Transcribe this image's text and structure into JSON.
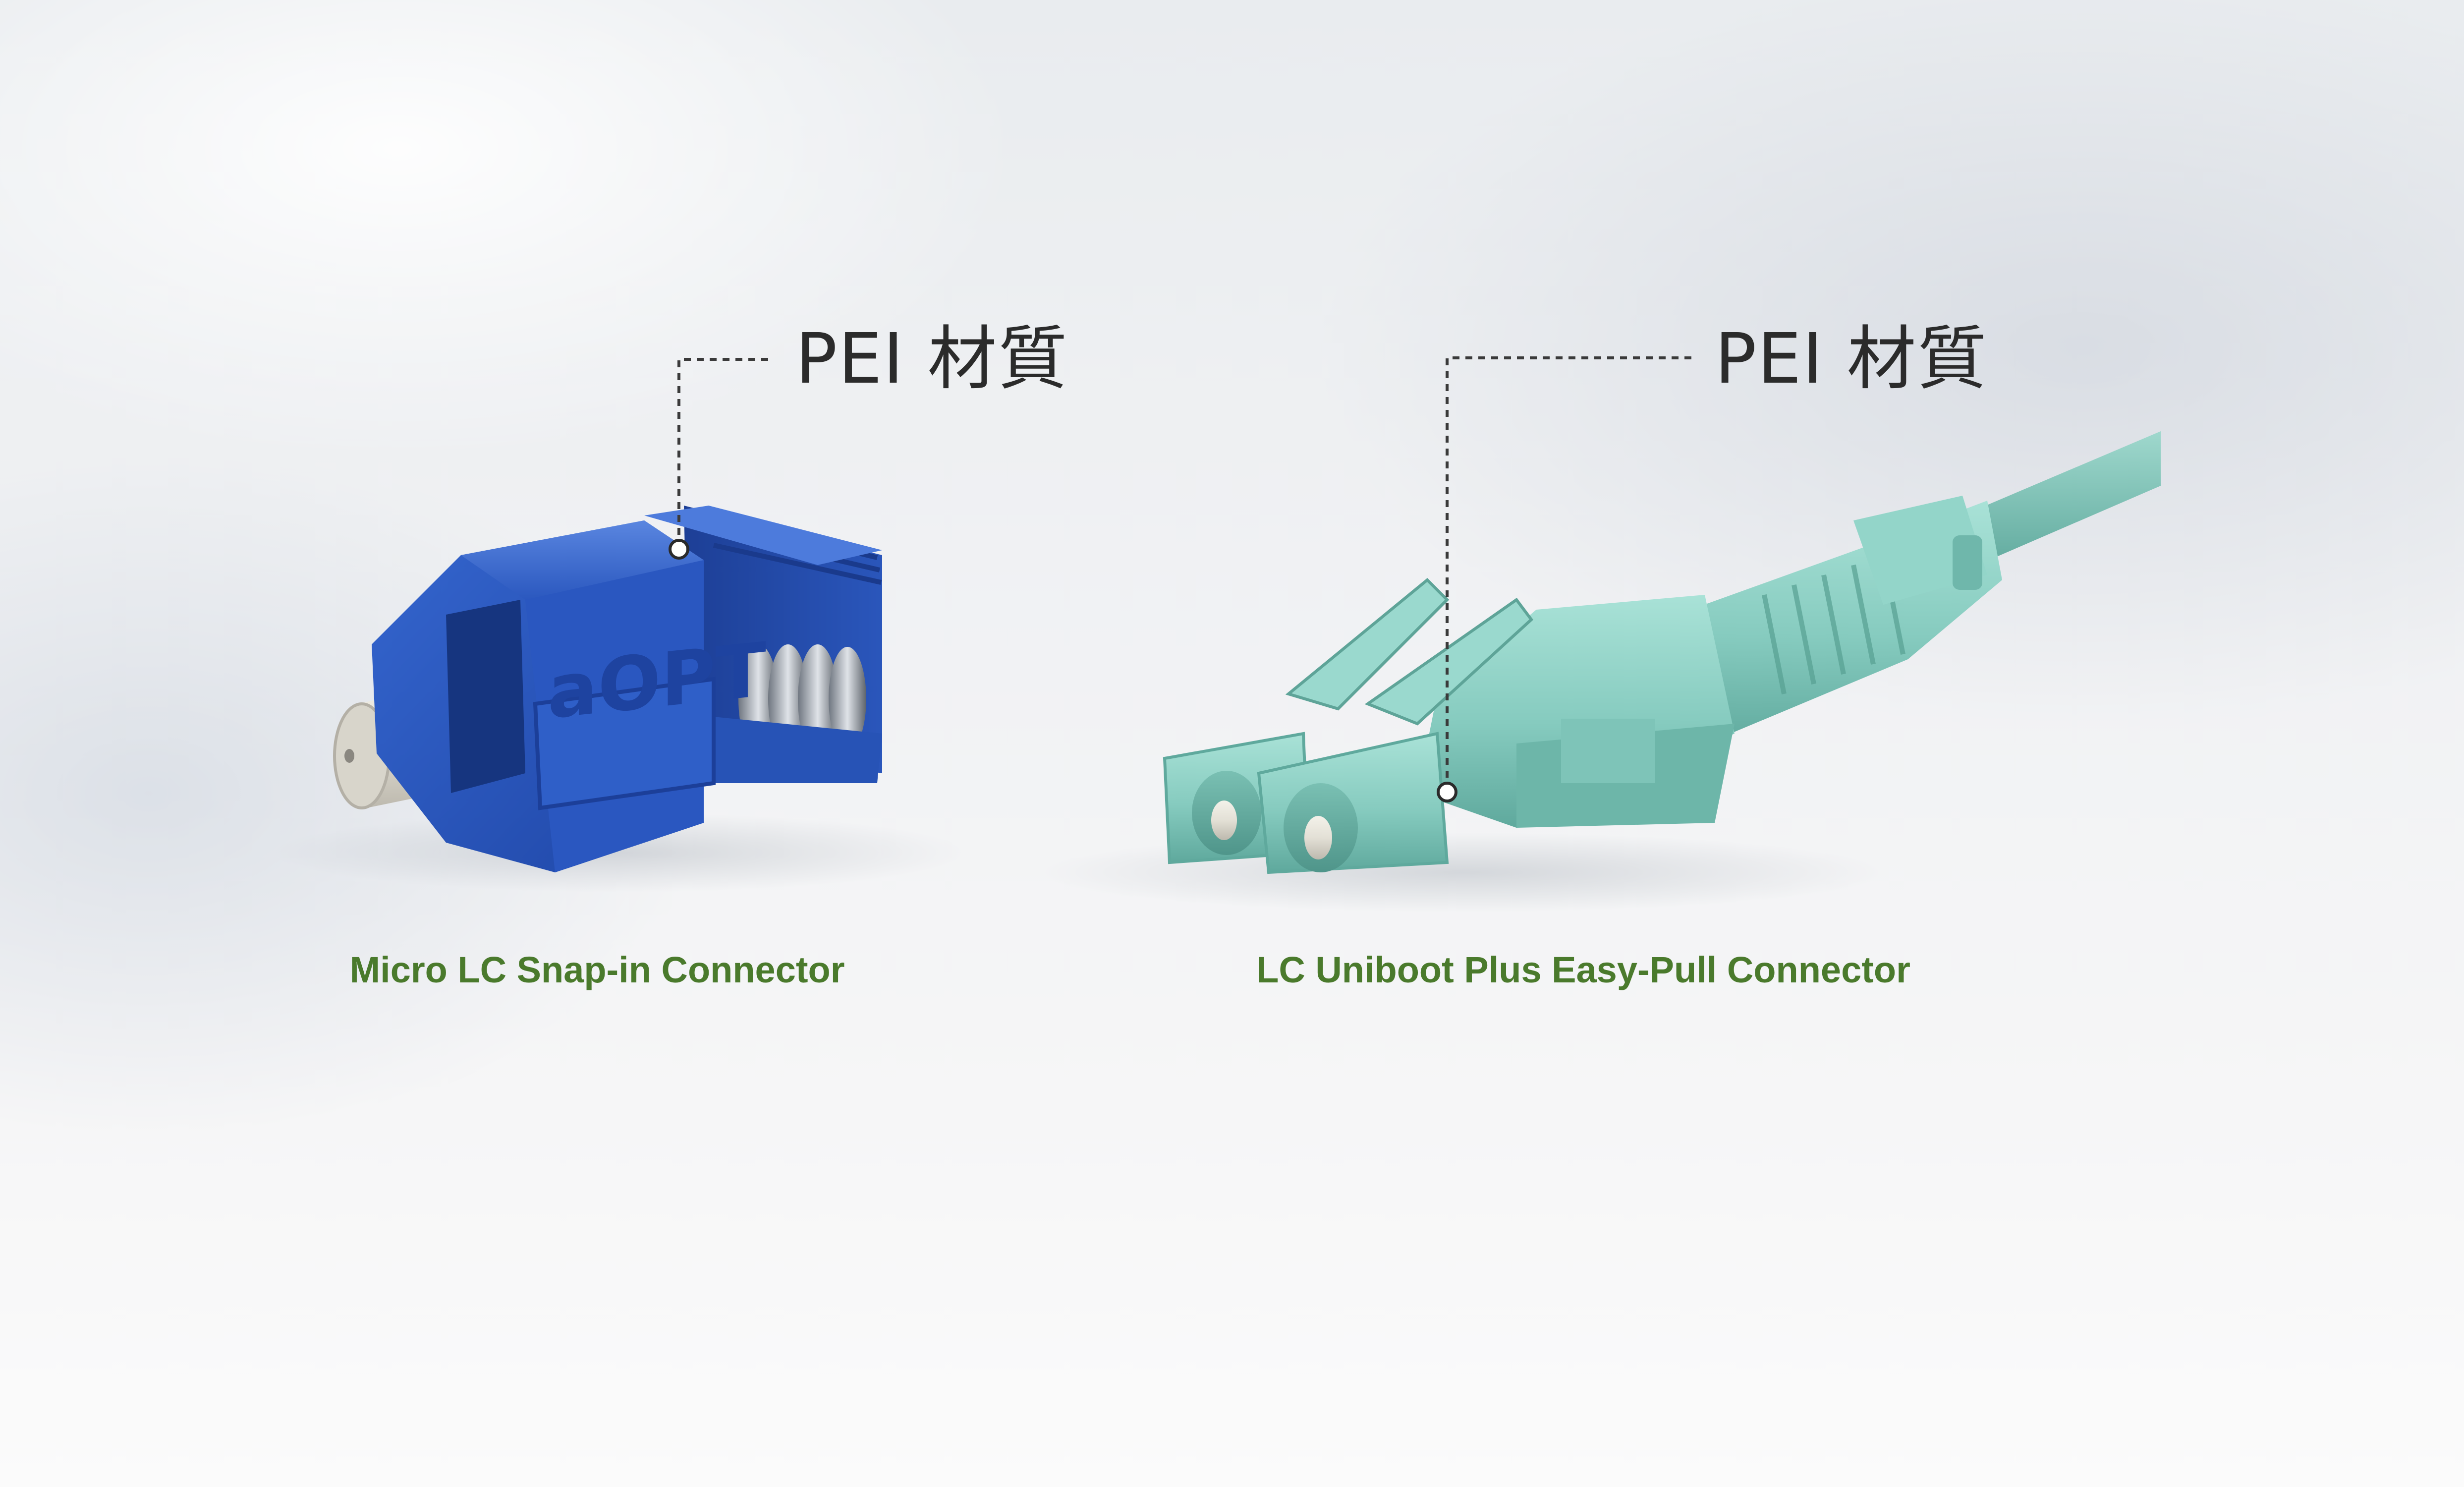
{
  "left_product": {
    "callout_label": "PEI 材質",
    "caption": "Micro LC Snap-in Connector",
    "logo_text": "aOPT",
    "color": "#2f5fc4"
  },
  "right_product": {
    "callout_label": "PEI 材質",
    "caption": "LC Uniboot Plus Easy-Pull Connector",
    "color": "#8fd3c6"
  },
  "caption_color": "#4a7a2c"
}
